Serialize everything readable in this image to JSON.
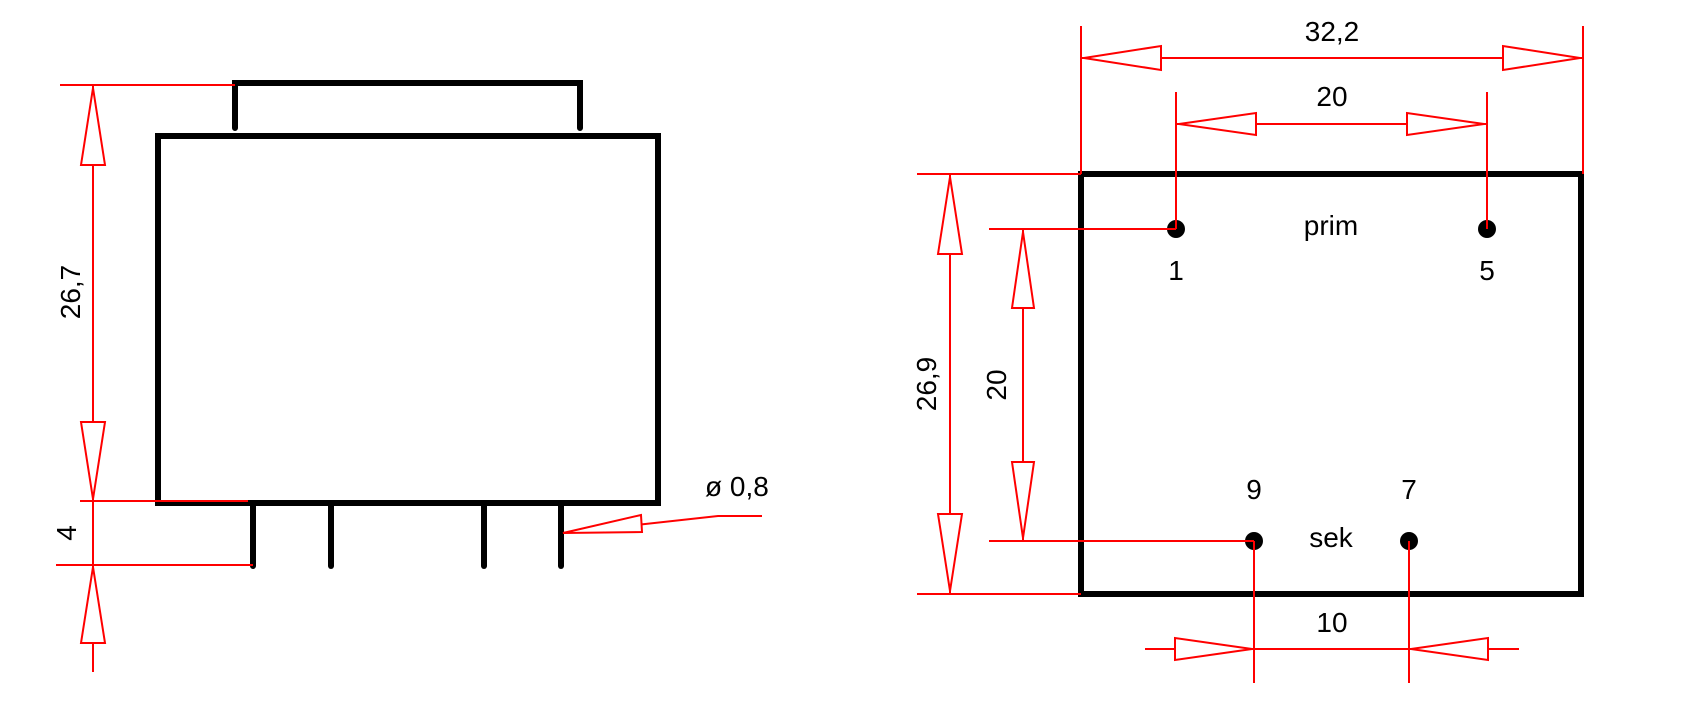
{
  "colors": {
    "outline": "#000000",
    "dimension": "#ff0000",
    "background": "#ffffff"
  },
  "side_view": {
    "height_label": "26,7",
    "pin_length_label": "4",
    "pin_diameter_label": "ø 0,8"
  },
  "top_view": {
    "width_label": "32,2",
    "pin_spacing_top_label": "20",
    "height_label": "26,9",
    "row_spacing_label": "20",
    "pin_spacing_bottom_label": "10",
    "primary_label": "prim",
    "secondary_label": "sek",
    "pins": [
      "1",
      "5",
      "9",
      "7"
    ]
  }
}
